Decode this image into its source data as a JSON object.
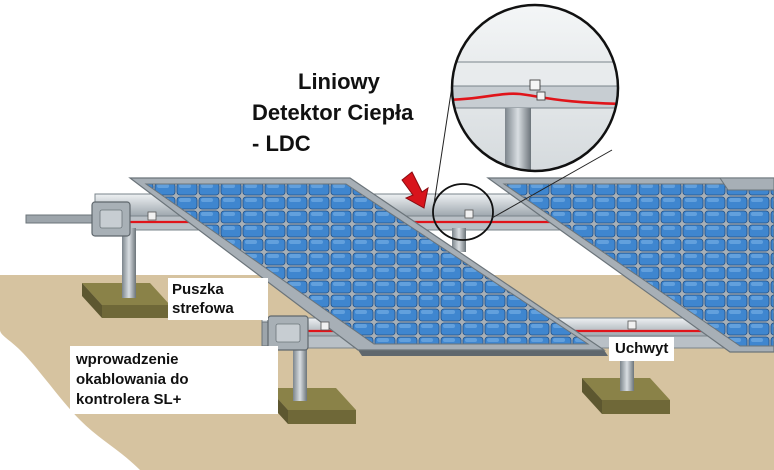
{
  "title": {
    "line1": "Liniowy",
    "line2": "Detektor Ciepła",
    "line3": "- LDC"
  },
  "labels": {
    "zone_box_line1": "Puszka",
    "zone_box_line2": "strefowa",
    "cable_entry_line1": "wprowadzenie",
    "cable_entry_line2": "okablowania do",
    "cable_entry_line3": "kontrolera SL+",
    "bracket": "Uchwyt"
  },
  "colors": {
    "ground": "#d6c3a0",
    "panel_cell": "#3f86cf",
    "panel_frame": "#9aa3ab",
    "detector_cable": "#e0141a",
    "arrow": "#d8141c"
  }
}
